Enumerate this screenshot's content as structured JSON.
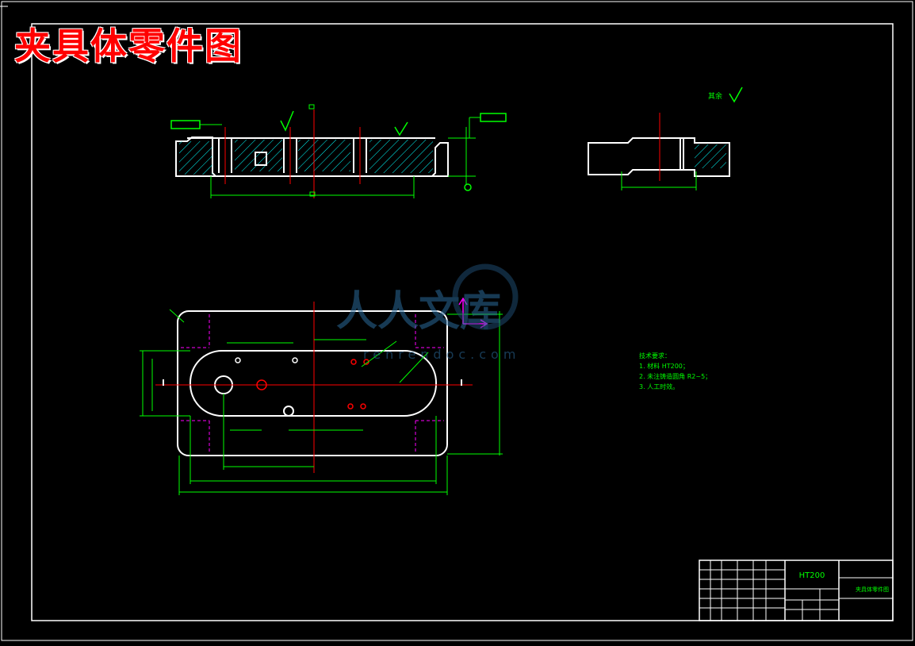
{
  "drawing": {
    "overlay_title": "夹具体零件图",
    "watermark": {
      "brand": "人人文库",
      "url": "renrendoc.com"
    },
    "side_view_note": "其余",
    "tech_requirements": {
      "title": "技术要求：",
      "items": [
        "1. 材料 HT200；",
        "2. 未注铸造圆角 R2~5；",
        "3. 人工时效。"
      ]
    },
    "title_block": {
      "material": "HT200",
      "part_name": "夹具体零件图"
    }
  },
  "colors": {
    "background": "#000000",
    "outline": "#ffffff",
    "dimension": "#00ff00",
    "center_line": "#ff0000",
    "hidden_line": "#ff00ff",
    "hatch": "#00ffff",
    "title_text": "#ff0000"
  }
}
